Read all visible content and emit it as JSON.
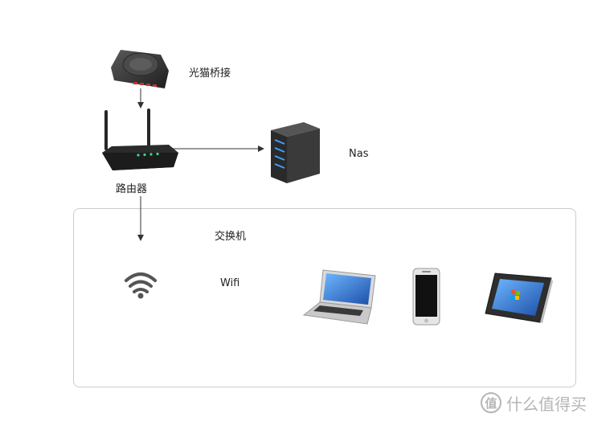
{
  "nodes": {
    "modem": {
      "label": "光猫桥接"
    },
    "router": {
      "label": "路由器"
    },
    "nas": {
      "label": "Nas"
    },
    "switch": {
      "label": "交换机"
    },
    "wifi": {
      "label": "Wifi"
    }
  },
  "devices": [
    "laptop-icon",
    "smartphone-icon",
    "tablet-icon"
  ],
  "watermark": {
    "glyph": "值",
    "text": "什么值得买"
  },
  "colors": {
    "line": "#333333",
    "box_border": "#c9ccd1",
    "device_dark": "#2b2b2b",
    "screen_blue": "#2a6fc9",
    "nas_light": "#3fa0ff",
    "watermark": "#b5b5b5"
  }
}
